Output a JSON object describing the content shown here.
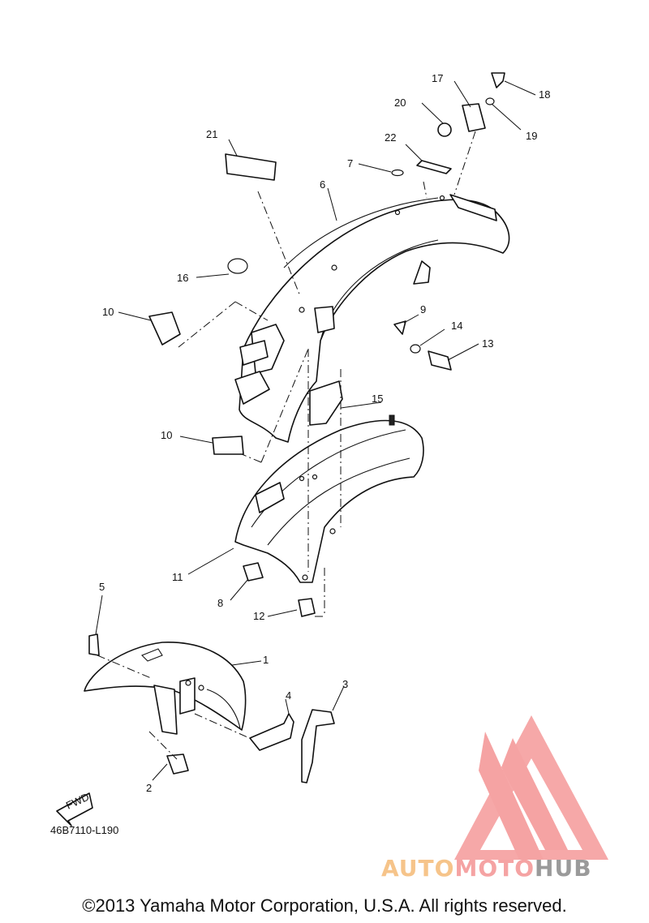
{
  "diagram": {
    "part_code": "46B7110-L190",
    "copyright": "©2013 Yamaha Motor Corporation, U.S.A. All rights reserved.",
    "fwd_label": "FWD",
    "callouts": [
      "1",
      "2",
      "3",
      "4",
      "5",
      "6",
      "7",
      "8",
      "9",
      "10",
      "10",
      "11",
      "12",
      "13",
      "14",
      "15",
      "16",
      "17",
      "18",
      "19",
      "20",
      "21",
      "22"
    ]
  },
  "watermark": {
    "part1": "AUTO",
    "part2": "MOTO",
    "part3": "HUB",
    "colors": {
      "auto": "#f6c48a",
      "moto": "#f5a3a3",
      "hub": "#9a9a9a",
      "logo": "#f5a3a3"
    }
  }
}
